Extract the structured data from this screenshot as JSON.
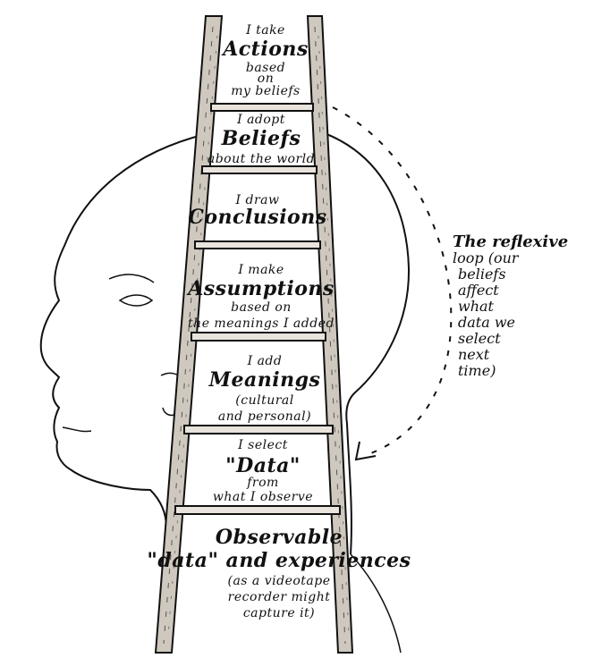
{
  "rungs": [
    {
      "id": "actions",
      "lines": [
        {
          "text": "I take",
          "size": "small"
        },
        {
          "text": "Actions",
          "size": "big"
        },
        {
          "text": "based",
          "size": "small"
        },
        {
          "text": "on",
          "size": "small"
        },
        {
          "text": "my beliefs",
          "size": "small"
        }
      ]
    },
    {
      "id": "beliefs",
      "lines": [
        {
          "text": "I adopt",
          "size": "small"
        },
        {
          "text": "Beliefs",
          "size": "big"
        },
        {
          "text": "about the world",
          "size": "small"
        }
      ]
    },
    {
      "id": "conclusions",
      "lines": [
        {
          "text": "I draw",
          "size": "small"
        },
        {
          "text": "Conclusions",
          "size": "big"
        }
      ]
    },
    {
      "id": "assumptions",
      "lines": [
        {
          "text": "I make",
          "size": "small"
        },
        {
          "text": "Assumptions",
          "size": "big"
        },
        {
          "text": "based on",
          "size": "small"
        },
        {
          "text": "the meanings I added",
          "size": "small"
        }
      ]
    },
    {
      "id": "meanings",
      "lines": [
        {
          "text": "I add",
          "size": "small"
        },
        {
          "text": "Meanings",
          "size": "big"
        },
        {
          "text": "(cultural",
          "size": "small"
        },
        {
          "text": "and personal)",
          "size": "small"
        }
      ]
    },
    {
      "id": "data",
      "lines": [
        {
          "text": "I select",
          "size": "small"
        },
        {
          "text": "\"Data\"",
          "size": "big"
        },
        {
          "text": "from",
          "size": "small"
        },
        {
          "text": "what I observe",
          "size": "small"
        }
      ]
    },
    {
      "id": "observable",
      "lines": [
        {
          "text": "Observable",
          "size": "big"
        },
        {
          "text": "\"data\" and experiences",
          "size": "big"
        },
        {
          "text": "(as a videotape",
          "size": "small"
        },
        {
          "text": "recorder might",
          "size": "small"
        },
        {
          "text": "capture it)",
          "size": "small"
        }
      ]
    }
  ],
  "loop_note": {
    "lines": [
      "The reflexive",
      "loop (our",
      "beliefs",
      "affect",
      "what",
      "data we",
      "select",
      "next",
      "time)"
    ]
  }
}
